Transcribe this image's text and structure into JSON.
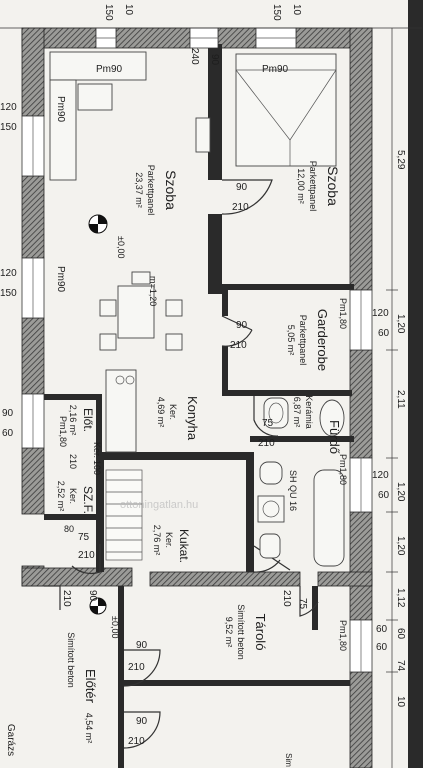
{
  "rooms": {
    "szoba_left": {
      "name": "Szoba",
      "floor": "Parkettpanel",
      "area": "23,37 m²"
    },
    "szoba_right": {
      "name": "Szoba",
      "floor": "Parkettpanel",
      "area": "12,00 m²"
    },
    "garderobe": {
      "name": "Garderobe",
      "floor": "Parkettpanel",
      "area": "5,05 m²"
    },
    "furdo": {
      "name": "Fürdő",
      "floor": "Kerámia",
      "area": "6,87 m²"
    },
    "konyha": {
      "name": "Konyha",
      "floor": "Ker.",
      "area": "4,69 m²"
    },
    "kukat": {
      "name": "Kukat.",
      "floor": "Ker.",
      "area": "2,76 m²"
    },
    "szf": {
      "name": "SZ.F.",
      "floor": "Ker.",
      "area": "2,52 m²"
    },
    "elot_top": {
      "name": "Előt.",
      "floor": "Ker.",
      "area": "2,16 m²"
    },
    "elot_bottom": {
      "name": "Előtér",
      "floor": "Simított beton",
      "area": "4,54 m²"
    },
    "tarolo": {
      "name": "Tároló",
      "floor": "Simított beton",
      "area": "9,52 m²"
    },
    "garazs": {
      "name": "Garázs"
    },
    "bottom_right": {
      "floor": "Sim"
    }
  },
  "labels": {
    "pm90": "Pm90",
    "pm180": "Pm1,80",
    "m120": "m=1,20",
    "level": "±0,00",
    "sh": "SH QU 16",
    "watermark": "ottoningatlan.hu"
  },
  "dims": {
    "d150": "150",
    "d10": "10",
    "d240": "240",
    "d90": "90",
    "d120": "120",
    "d210": "210",
    "d60": "60",
    "d75": "75",
    "d100": "100",
    "d80": "80",
    "d75b": "75"
  },
  "right_dims": [
    "5,29",
    "1,20",
    "2,11",
    "1,20",
    "1,20",
    "1,12",
    "60",
    "74",
    "10"
  ]
}
